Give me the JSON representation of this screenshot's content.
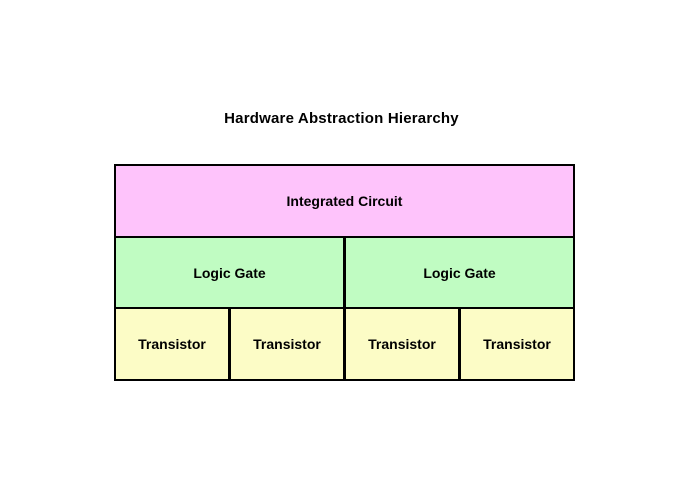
{
  "title": "Hardware Abstraction Hierarchy",
  "colors": {
    "integrated_circuit_fill": "#fec3fb",
    "logic_gate_fill": "#c0fcc2",
    "transistor_fill": "#fcfcc6",
    "border": "#000000",
    "text": "#000000",
    "background": "#ffffff"
  },
  "hierarchy": {
    "levels": [
      {
        "level": 1,
        "name": "integrated-circuit",
        "cells": [
          "Integrated Circuit"
        ]
      },
      {
        "level": 2,
        "name": "logic-gate",
        "cells": [
          "Logic Gate",
          "Logic Gate"
        ]
      },
      {
        "level": 3,
        "name": "transistor",
        "cells": [
          "Transistor",
          "Transistor",
          "Transistor",
          "Transistor"
        ]
      }
    ]
  }
}
